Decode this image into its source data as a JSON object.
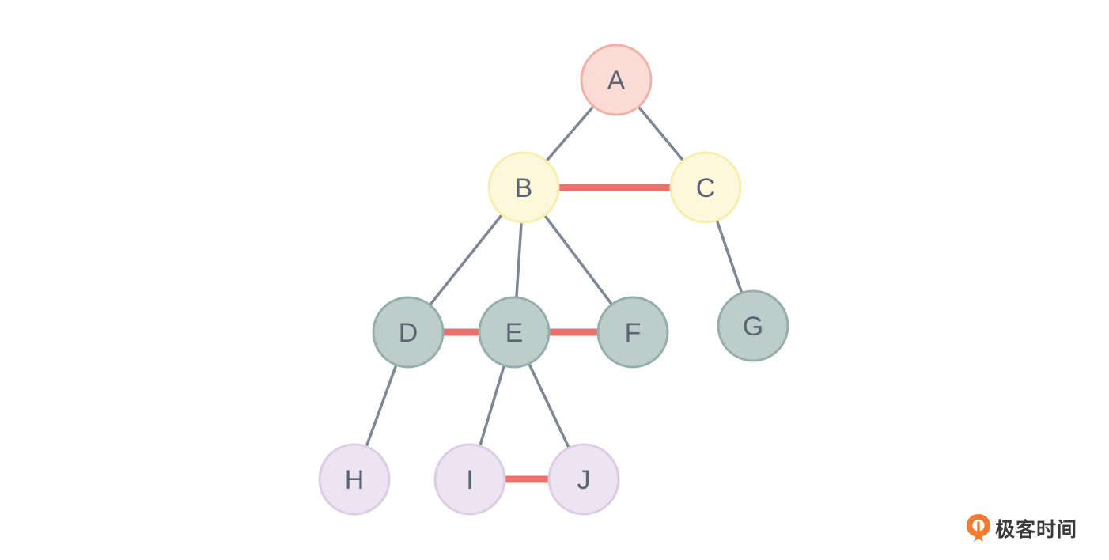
{
  "diagram": {
    "nodes": [
      {
        "id": "A",
        "label": "A",
        "level": 0
      },
      {
        "id": "B",
        "label": "B",
        "level": 1
      },
      {
        "id": "C",
        "label": "C",
        "level": 1
      },
      {
        "id": "D",
        "label": "D",
        "level": 2
      },
      {
        "id": "E",
        "label": "E",
        "level": 2
      },
      {
        "id": "F",
        "label": "F",
        "level": 2
      },
      {
        "id": "G",
        "label": "G",
        "level": 2
      },
      {
        "id": "H",
        "label": "H",
        "level": 3
      },
      {
        "id": "I",
        "label": "I",
        "level": 3
      },
      {
        "id": "J",
        "label": "J",
        "level": 3
      }
    ],
    "tree_edges": [
      [
        "A",
        "B"
      ],
      [
        "A",
        "C"
      ],
      [
        "B",
        "D"
      ],
      [
        "B",
        "E"
      ],
      [
        "B",
        "F"
      ],
      [
        "C",
        "G"
      ],
      [
        "D",
        "H"
      ],
      [
        "E",
        "I"
      ],
      [
        "E",
        "J"
      ]
    ],
    "sibling_links": [
      [
        "B",
        "C"
      ],
      [
        "D",
        "E"
      ],
      [
        "E",
        "F"
      ],
      [
        "I",
        "J"
      ]
    ],
    "colors": {
      "tree_edge": "#7d8796",
      "sibling_link": "#e9706b",
      "level_fill": [
        "#fadbd6",
        "#fdf8dc",
        "#bccdca",
        "#ece4f1"
      ],
      "level_stroke": [
        "#f0b2a6",
        "#f8eeae",
        "#96afac",
        "#dacde5"
      ]
    }
  },
  "brand": {
    "name": "极客时间",
    "icon": "geektime-logo-icon",
    "color": "#f07c33"
  }
}
